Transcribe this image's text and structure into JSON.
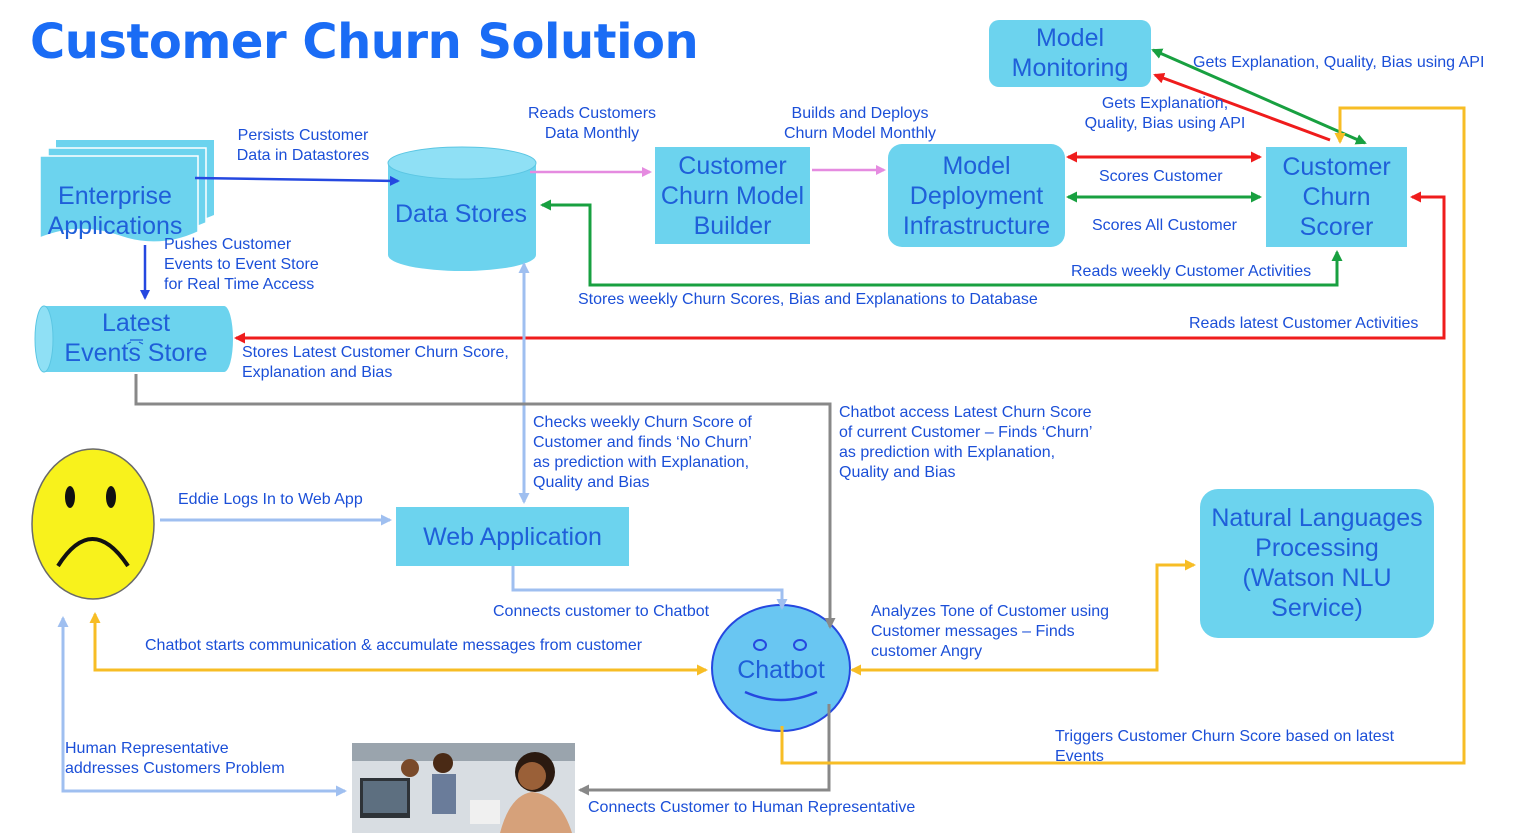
{
  "title": "Customer Churn Solution",
  "colors": {
    "node_fill": "#6cd3ee",
    "text": "#1b4fd8",
    "title": "#1a6cf5",
    "arrow_blue": "#2548e0",
    "arrow_pink": "#e58be0",
    "arrow_red": "#ef1c1c",
    "arrow_green": "#18a040",
    "arrow_lightblue": "#9fbff0",
    "arrow_gray": "#888888",
    "arrow_yellow": "#f7bd25",
    "face_fill": "#f8f21c",
    "chatbot_fill": "#69c6f2"
  },
  "nodes": {
    "enterprise_apps": "Enterprise\nApplications",
    "data_stores": "Data Stores",
    "model_builder": "Customer\nChurn Model\nBuilder",
    "model_deployment": "Model\nDeployment\nInfrastructure",
    "churn_scorer": "Customer\nChurn\nScorer",
    "model_monitoring": "Model\nMonitoring",
    "events_store": "Latest\nEvents Store",
    "web_app": "Web Application",
    "nlp": "Natural Languages\nProcessing\n(Watson NLU\nService)",
    "chatbot": "Chatbot"
  },
  "labels": {
    "persists": "Persists Customer\nData in Datastores",
    "reads_monthly": "Reads Customers\nData Monthly",
    "builds_deploys": "Builds and Deploys\nChurn Model Monthly",
    "gets_expl_top": "Gets Explanation, Quality, Bias using API",
    "gets_expl_mid": "Gets Explanation,\nQuality, Bias using API",
    "scores_customer": "Scores Customer",
    "scores_all": "Scores All Customer",
    "pushes": "Pushes Customer\nEvents to Event Store\nfor Real Time Access",
    "reads_weekly": "Reads weekly Customer Activities",
    "stores_weekly": "Stores weekly Churn Scores, Bias and Explanations to Database",
    "reads_latest": "Reads latest Customer Activities",
    "stores_latest": "Stores Latest Customer Churn Score,\nExplanation and Bias",
    "checks_weekly": "Checks weekly Churn Score of\nCustomer and finds ‘No Churn’\nas prediction with Explanation,\nQuality and Bias",
    "chatbot_access": "Chatbot access Latest Churn Score\nof current Customer – Finds ‘Churn’\nas prediction with Explanation,\nQuality and Bias",
    "eddie_logs": "Eddie Logs In to Web App",
    "connects_chatbot": "Connects customer to Chatbot",
    "chatbot_starts": "Chatbot starts communication & accumulate messages from customer",
    "analyzes_tone": "Analyzes Tone of Customer using\nCustomer messages – Finds\ncustomer Angry",
    "human_rep": "Human Representative\naddresses Customers Problem",
    "triggers": "Triggers Customer Churn Score based on latest\nEvents",
    "connects_human": "Connects Customer to Human Representative"
  }
}
